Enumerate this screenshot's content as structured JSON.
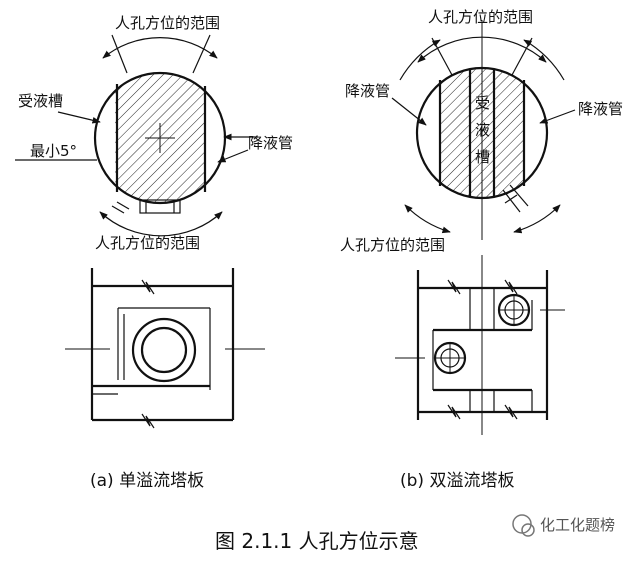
{
  "left": {
    "label_range_top": "人孔方位的范围",
    "label_range_bottom": "人孔方位的范围",
    "label_tray": "受液槽",
    "label_min": "最小5°",
    "label_downcomer": "降液管",
    "caption": "(a)  单溢流塔板"
  },
  "right": {
    "label_range_top": "人孔方位的范围",
    "label_range_bottom": "人孔方位的范围",
    "label_downcomer_left": "降液管",
    "label_downcomer_right": "降液管",
    "label_tray_vertical": [
      "受",
      "液",
      "槽"
    ],
    "caption": "(b)  双溢流塔板"
  },
  "figure_title": "图 2.1.1  人孔方位示意",
  "watermark": "化工化题榜"
}
